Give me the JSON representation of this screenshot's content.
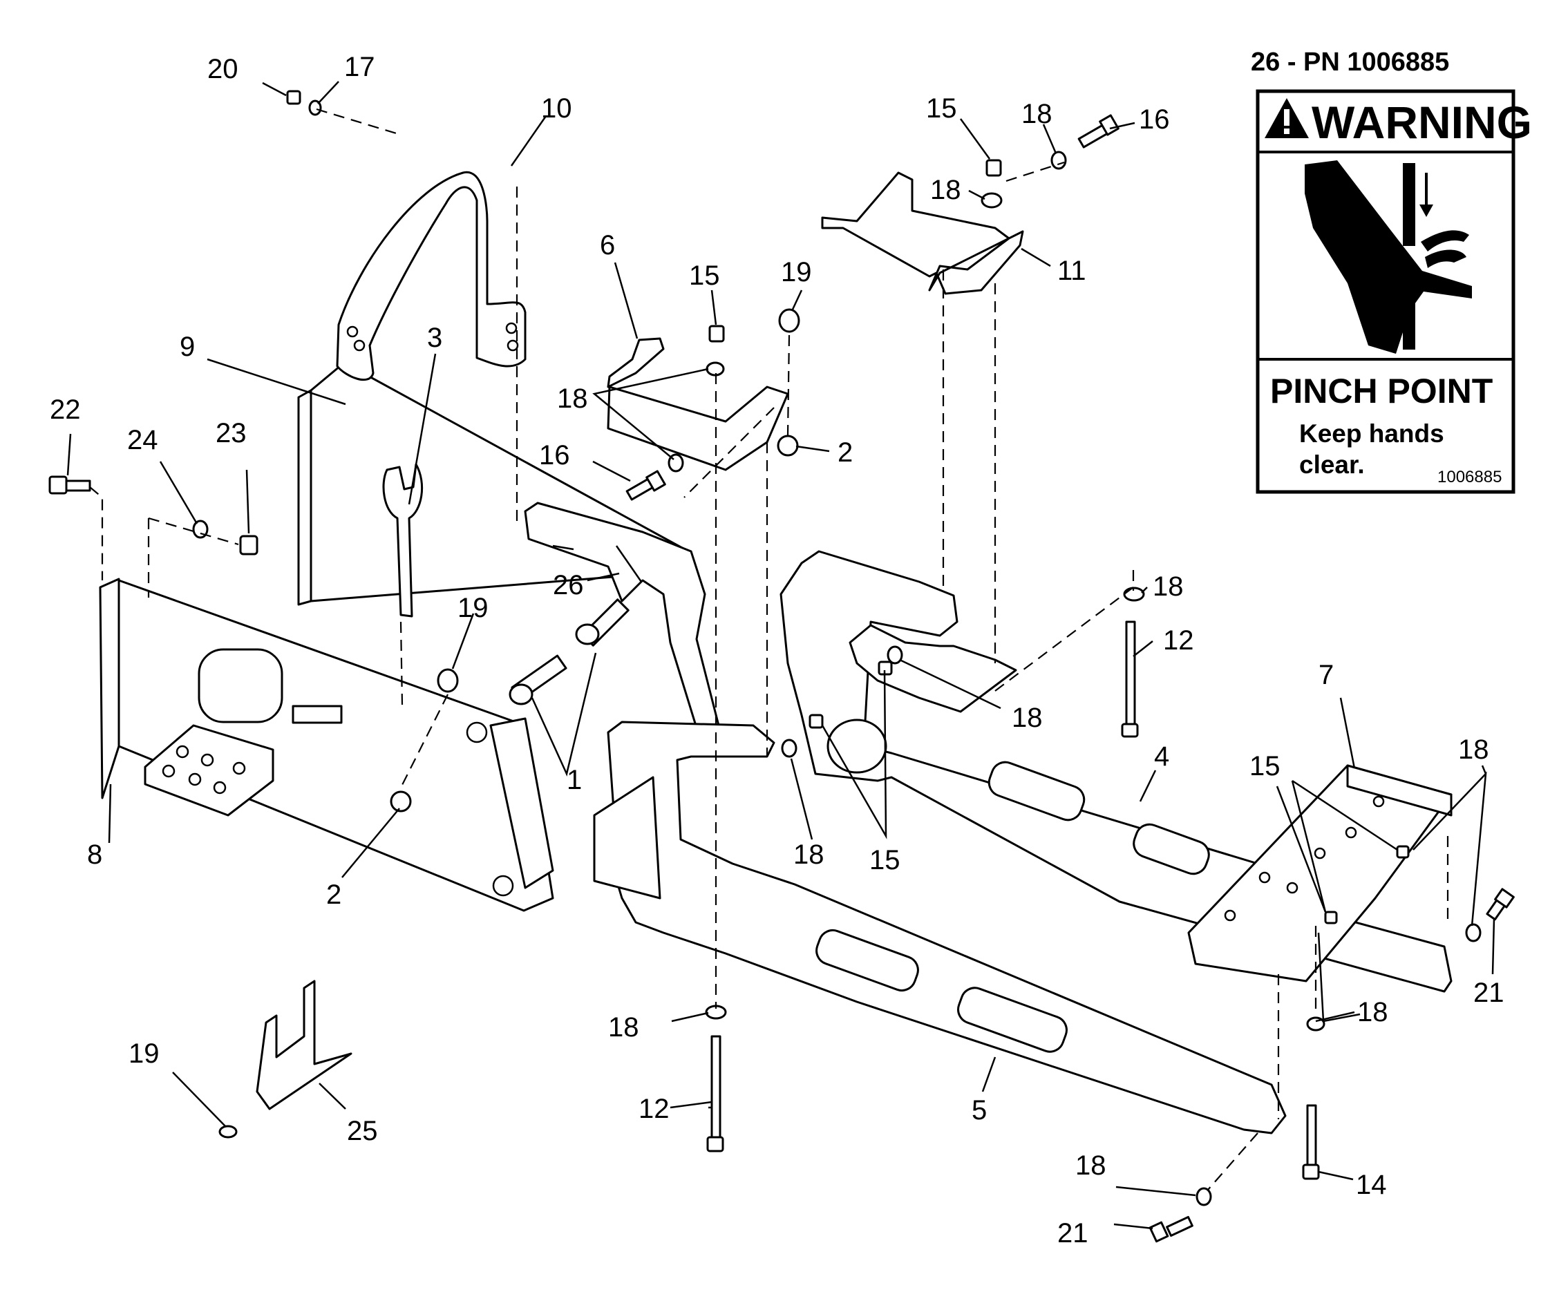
{
  "title": "26 - PN 1006885",
  "decal": {
    "header": "WARNING",
    "heading": "PINCH POINT",
    "message_line1": "Keep hands",
    "message_line2": "clear.",
    "part_number": "1006885"
  },
  "callouts": [
    {
      "id": "c20a",
      "text": "20"
    },
    {
      "id": "c17",
      "text": "17"
    },
    {
      "id": "c10",
      "text": "10"
    },
    {
      "id": "c6",
      "text": "6"
    },
    {
      "id": "c15a",
      "text": "15"
    },
    {
      "id": "c19a",
      "text": "19"
    },
    {
      "id": "c15b",
      "text": "15"
    },
    {
      "id": "c18a",
      "text": "18"
    },
    {
      "id": "c16a",
      "text": "16"
    },
    {
      "id": "c18b",
      "text": "18"
    },
    {
      "id": "c11",
      "text": "11"
    },
    {
      "id": "c9",
      "text": "9"
    },
    {
      "id": "c3",
      "text": "3"
    },
    {
      "id": "c18c",
      "text": "18"
    },
    {
      "id": "c16b",
      "text": "16"
    },
    {
      "id": "c2a",
      "text": "2"
    },
    {
      "id": "c22",
      "text": "22"
    },
    {
      "id": "c24",
      "text": "24"
    },
    {
      "id": "c23",
      "text": "23"
    },
    {
      "id": "c26",
      "text": "26"
    },
    {
      "id": "c19b",
      "text": "19"
    },
    {
      "id": "c18d",
      "text": "18"
    },
    {
      "id": "c12a",
      "text": "12"
    },
    {
      "id": "c18e",
      "text": "18"
    },
    {
      "id": "c7",
      "text": "7"
    },
    {
      "id": "c1",
      "text": "1"
    },
    {
      "id": "c4",
      "text": "4"
    },
    {
      "id": "c15c",
      "text": "15"
    },
    {
      "id": "c18f",
      "text": "18"
    },
    {
      "id": "c8",
      "text": "8"
    },
    {
      "id": "c18g",
      "text": "18"
    },
    {
      "id": "c15d",
      "text": "15"
    },
    {
      "id": "c2b",
      "text": "2"
    },
    {
      "id": "c21a",
      "text": "21"
    },
    {
      "id": "c18h",
      "text": "18"
    },
    {
      "id": "c18i",
      "text": "18"
    },
    {
      "id": "c19c",
      "text": "19"
    },
    {
      "id": "c25",
      "text": "25"
    },
    {
      "id": "c12b",
      "text": "12"
    },
    {
      "id": "c5",
      "text": "5"
    },
    {
      "id": "c18j",
      "text": "18"
    },
    {
      "id": "c14",
      "text": "14"
    },
    {
      "id": "c21b",
      "text": "21"
    }
  ]
}
